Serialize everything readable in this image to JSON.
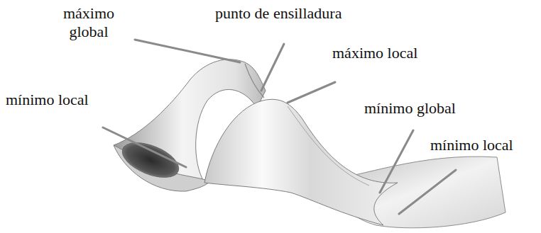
{
  "diagram": {
    "labels": [
      "máximo global",
      "punto de ensilladura",
      "máximo local",
      "mínimo local",
      "mínimo global",
      "mínimo local"
    ]
  }
}
